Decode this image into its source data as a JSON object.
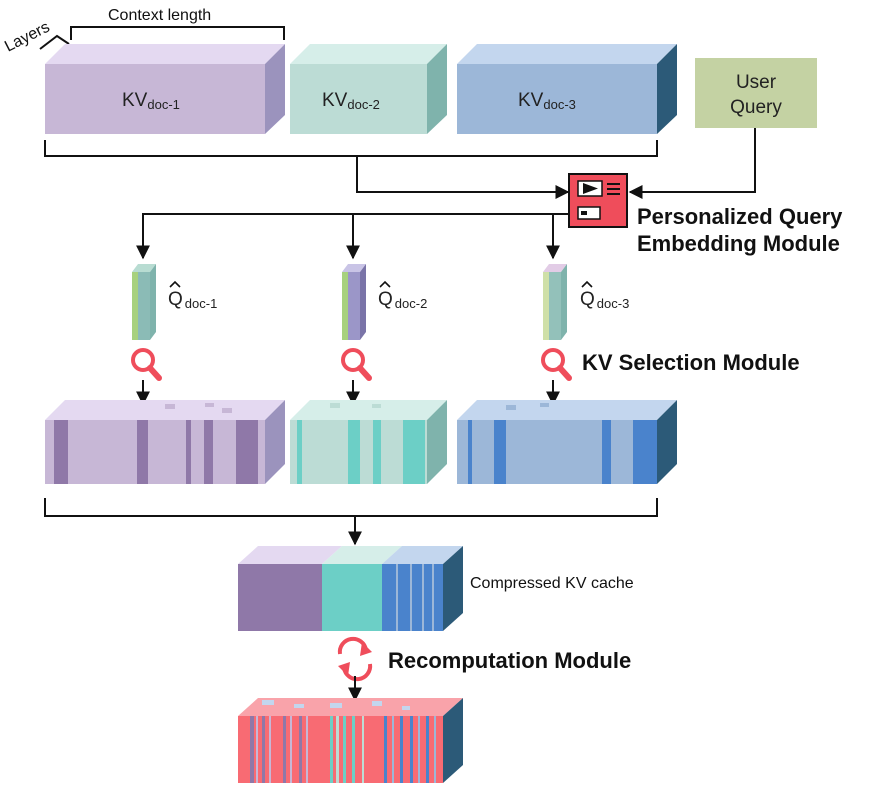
{
  "labels": {
    "layers": "Layers",
    "context_length": "Context length",
    "user_query_line1": "User",
    "user_query_line2": "Query",
    "pq_line1": "Personalized Query",
    "pq_line2": "Embedding Module",
    "kv_selection": "KV Selection Module",
    "compressed": "Compressed KV cache",
    "recomputation": "Recomputation Module"
  },
  "docs": [
    {
      "kv_main": "KV",
      "kv_sub": "doc-1",
      "q_main": "Q",
      "q_sub": "doc-1"
    },
    {
      "kv_main": "KV",
      "kv_sub": "doc-2",
      "q_main": "Q",
      "q_sub": "doc-2"
    },
    {
      "kv_main": "KV",
      "kv_sub": "doc-3",
      "q_main": "Q",
      "q_sub": "doc-3"
    }
  ],
  "icons": {
    "selection": "magnifier-icon",
    "embedding": "embedding-module-icon",
    "recompute": "refresh-cycle-icon"
  },
  "colors": {
    "doc1_front": "#c7b7d6",
    "doc1_top": "#e4d9f1",
    "doc1_side": "#9b93bd",
    "doc1_dark": "#8f78a8",
    "doc2_front": "#bcdcd5",
    "doc2_top": "#d6eee9",
    "doc2_side": "#7fb3ac",
    "doc2_dark": "#6ccfc6",
    "doc3_front": "#9cb7d8",
    "doc3_top": "#c3d6ee",
    "doc3_side": "#2c5a78",
    "doc3_dark": "#4a83cc",
    "user_query": "#c4d2a3",
    "module_red": "#ef4d5b",
    "recompute_red": "#f86b73"
  }
}
